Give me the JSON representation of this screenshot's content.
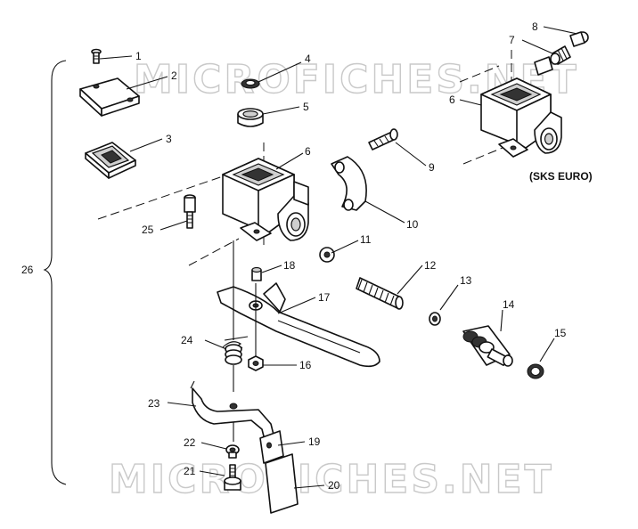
{
  "watermark": "MICROFICHES.NET",
  "variant_note": "(SKS EURO)",
  "assembly_callout": "26",
  "callouts": {
    "c1": "1",
    "c2": "2",
    "c3": "3",
    "c4": "4",
    "c5": "5",
    "c6": "6",
    "c6b": "6",
    "c7": "7",
    "c8": "8",
    "c9": "9",
    "c10": "10",
    "c11": "11",
    "c12": "12",
    "c13": "13",
    "c14": "14",
    "c15": "15",
    "c16": "16",
    "c17": "17",
    "c18": "18",
    "c19": "19",
    "c20": "20",
    "c21": "21",
    "c22": "22",
    "c23": "23",
    "c24": "24",
    "c25": "25"
  }
}
